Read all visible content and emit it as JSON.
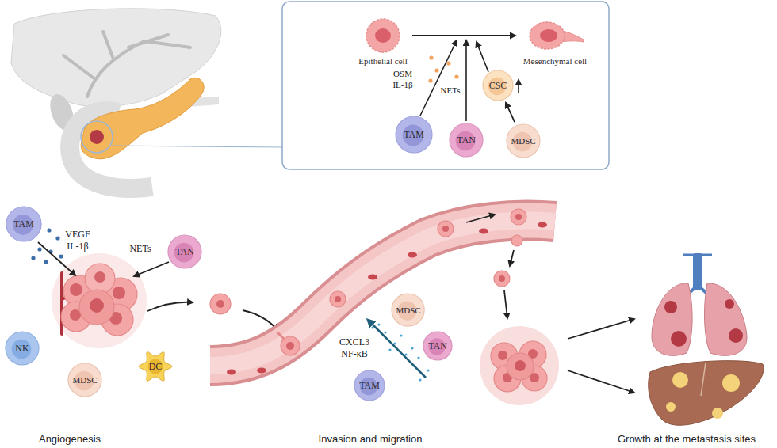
{
  "diagram": {
    "nodes": [
      {
        "text": [
          "Epithelial cell"
        ]
      },
      {
        "text": [
          "Mesenchymal cell"
        ]
      },
      {
        "text": [
          "TAM"
        ]
      },
      {
        "text": [
          "TAN"
        ]
      },
      {
        "text": [
          "CSC"
        ]
      },
      {
        "text": [
          "MDSC"
        ]
      },
      {
        "text": [
          "TAM"
        ]
      },
      {
        "text": [
          "TAN"
        ]
      },
      {
        "text": [
          "NK"
        ]
      },
      {
        "text": [
          "MDSC"
        ]
      },
      {
        "text": [
          "DC"
        ]
      },
      {
        "text": [
          "MDSC"
        ]
      },
      {
        "text": [
          "TAN"
        ]
      },
      {
        "text": [
          "TAM"
        ]
      }
    ],
    "edges": [
      {
        "from": 0,
        "to": 1,
        "arrow": "to"
      },
      {
        "from": 5,
        "to": 4,
        "arrow": "to"
      }
    ],
    "labels": [
      "OSM",
      "IL-1β",
      "NETs",
      "VEGF",
      "IL-1β",
      "NETs",
      "CXCL3",
      "NF-κB",
      "Angiogenesis",
      "Invasion and migration",
      "Growth at the metastasis sites"
    ]
  }
}
